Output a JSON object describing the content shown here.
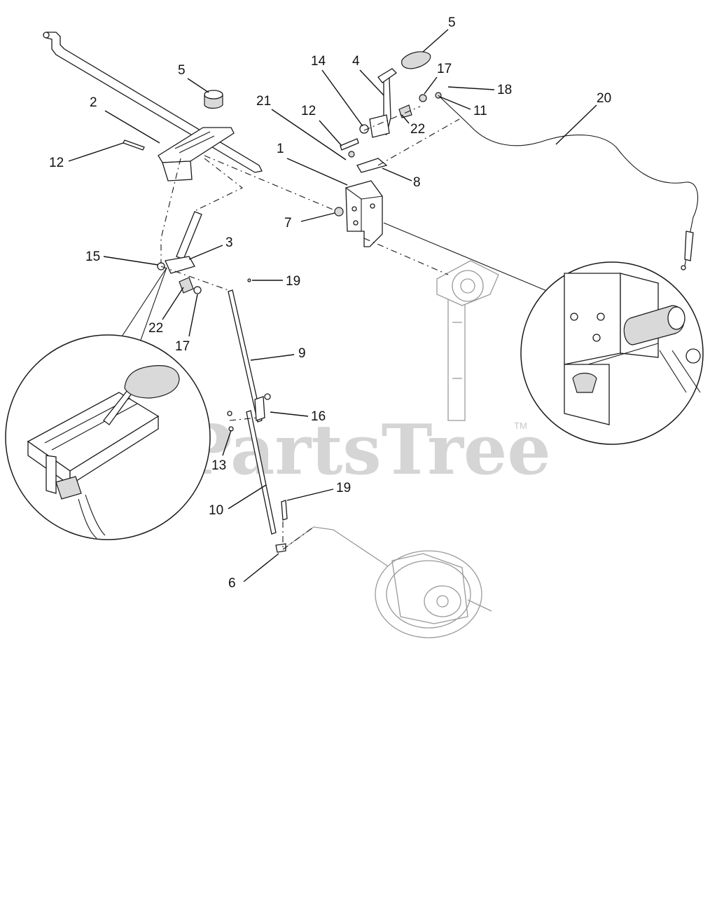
{
  "watermark": {
    "brand": "PartsTree",
    "trademark": "TM"
  },
  "callouts": [
    {
      "id": "c1",
      "label": "1"
    },
    {
      "id": "c2",
      "label": "2"
    },
    {
      "id": "c3",
      "label": "3"
    },
    {
      "id": "c4",
      "label": "4"
    },
    {
      "id": "c5a",
      "label": "5"
    },
    {
      "id": "c5b",
      "label": "5"
    },
    {
      "id": "c6",
      "label": "6"
    },
    {
      "id": "c7",
      "label": "7"
    },
    {
      "id": "c8",
      "label": "8"
    },
    {
      "id": "c9",
      "label": "9"
    },
    {
      "id": "c10",
      "label": "10"
    },
    {
      "id": "c11",
      "label": "11"
    },
    {
      "id": "c12a",
      "label": "12"
    },
    {
      "id": "c12b",
      "label": "12"
    },
    {
      "id": "c13",
      "label": "13"
    },
    {
      "id": "c14",
      "label": "14"
    },
    {
      "id": "c15",
      "label": "15"
    },
    {
      "id": "c16",
      "label": "16"
    },
    {
      "id": "c17a",
      "label": "17"
    },
    {
      "id": "c17b",
      "label": "17"
    },
    {
      "id": "c18",
      "label": "18"
    },
    {
      "id": "c19a",
      "label": "19"
    },
    {
      "id": "c19b",
      "label": "19"
    },
    {
      "id": "c20",
      "label": "20"
    },
    {
      "id": "c21",
      "label": "21"
    },
    {
      "id": "c22a",
      "label": "22"
    },
    {
      "id": "c22b",
      "label": "22"
    }
  ]
}
